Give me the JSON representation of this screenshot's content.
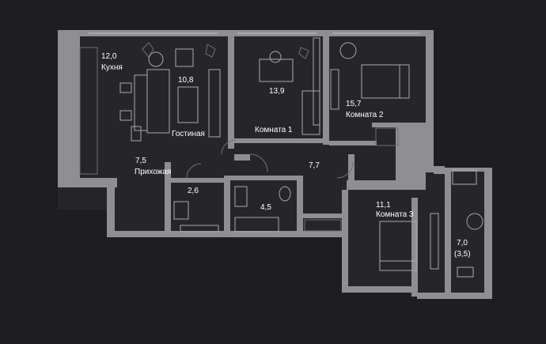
{
  "rooms": [
    {
      "id": "kitchen",
      "area": "12,0",
      "name": "Кухня"
    },
    {
      "id": "living-room",
      "area": "10,8",
      "name": "Гостиная"
    },
    {
      "id": "room-1",
      "area": "13,9",
      "name": "Комната 1"
    },
    {
      "id": "room-2",
      "area": "15,7",
      "name": "Комната 2"
    },
    {
      "id": "hallway",
      "area": "7,5",
      "name": "Прихожая"
    },
    {
      "id": "toilet",
      "area": "2,6",
      "name": ""
    },
    {
      "id": "bathroom",
      "area": "4,5",
      "name": ""
    },
    {
      "id": "corridor",
      "area": "7,7",
      "name": ""
    },
    {
      "id": "room-3",
      "area": "11,1",
      "name": "Комната 3"
    },
    {
      "id": "balcony",
      "area": "7,0",
      "name": "(3,5)"
    }
  ],
  "colors": {
    "background": "#1e1e21",
    "walls": "#8e8e93",
    "floor": "#26262a",
    "text": "#ffffff"
  }
}
